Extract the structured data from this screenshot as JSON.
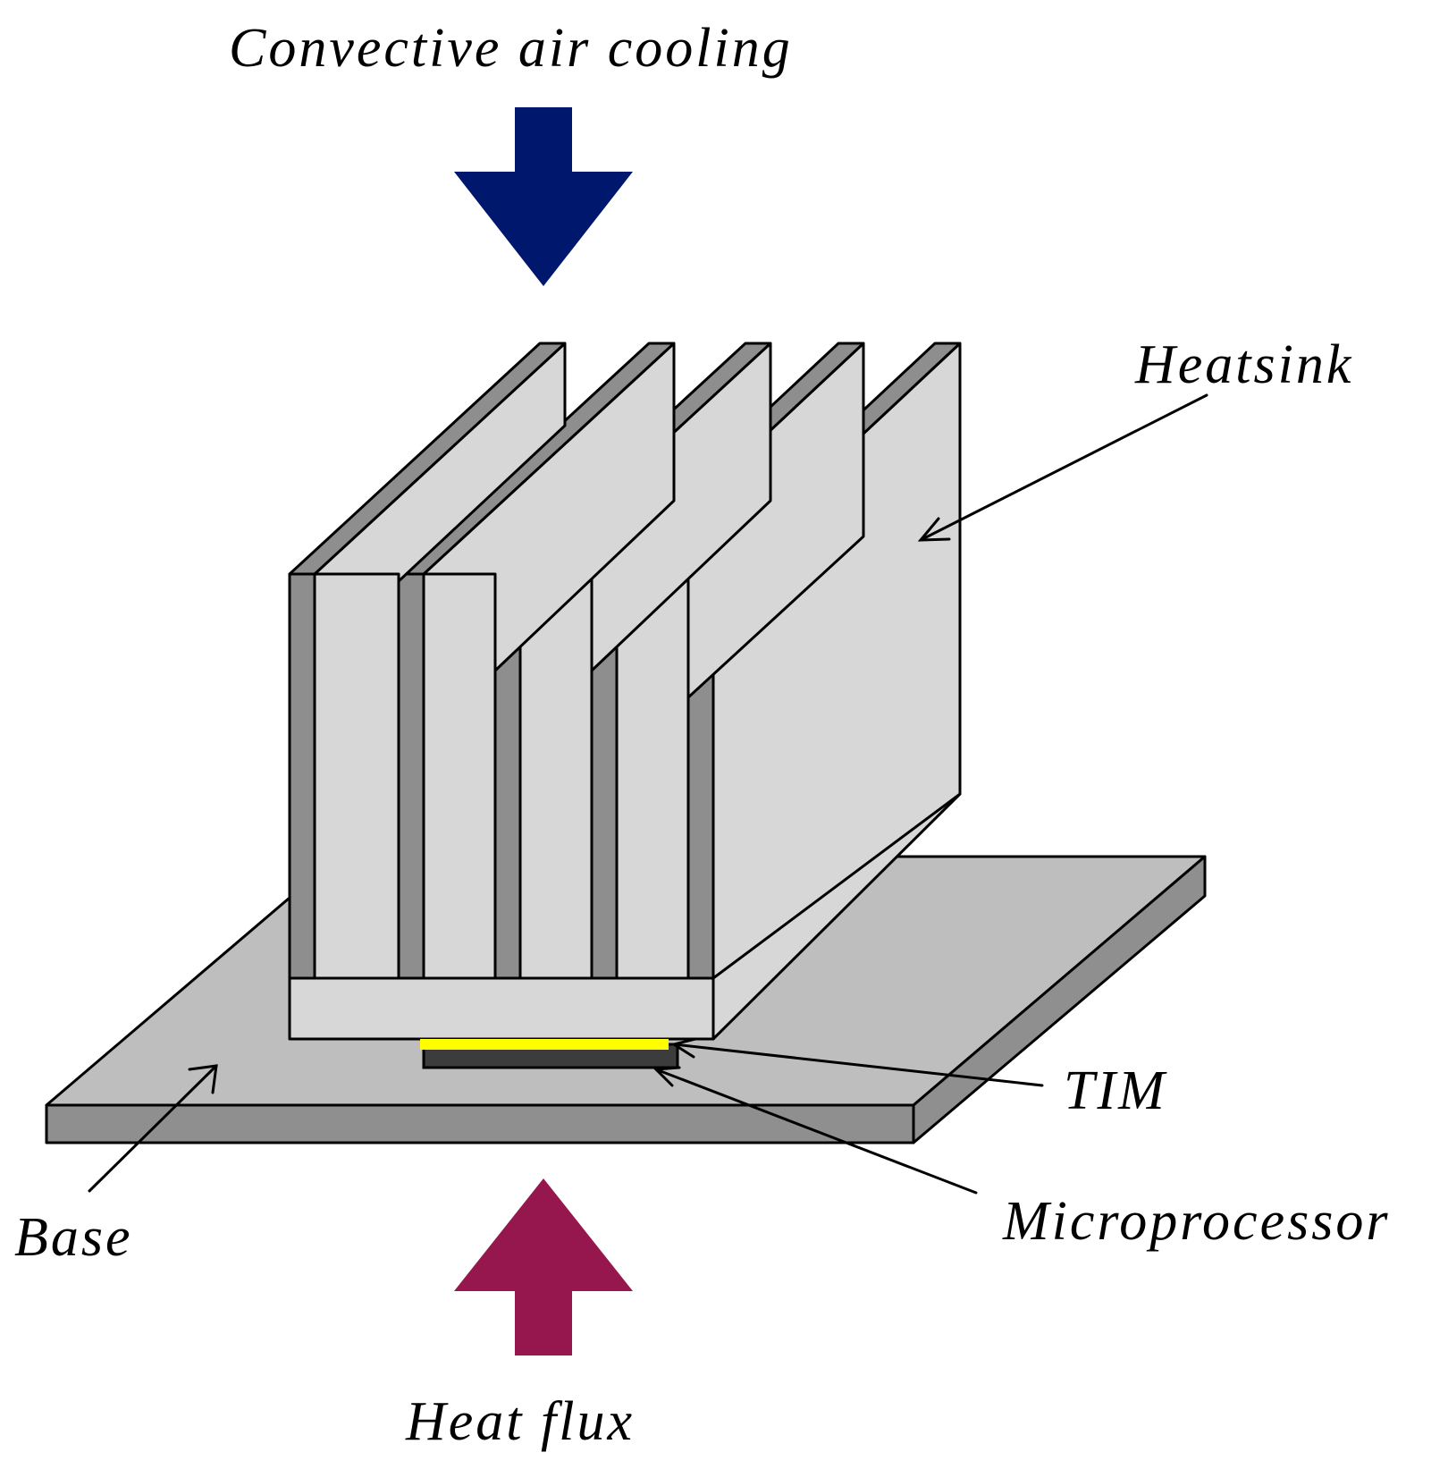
{
  "labels": {
    "top": "Convective air cooling",
    "heatsink": "Heatsink",
    "tim": "TIM",
    "microprocessor": "Microprocessor",
    "base": "Base",
    "bottom": "Heat flux"
  },
  "colors": {
    "cooling_arrow": "#00176e",
    "heat_arrow": "#95174d",
    "fin_face": "#d7d7d7",
    "fin_edge": "#8e8e8e",
    "base_top": "#bebebe",
    "base_side": "#8f8f8f",
    "block": "#d7d7d7",
    "tim": "#ffff00",
    "chip": "#3c3c3c",
    "shadow": "#7a7a7a",
    "line": "#000000"
  }
}
